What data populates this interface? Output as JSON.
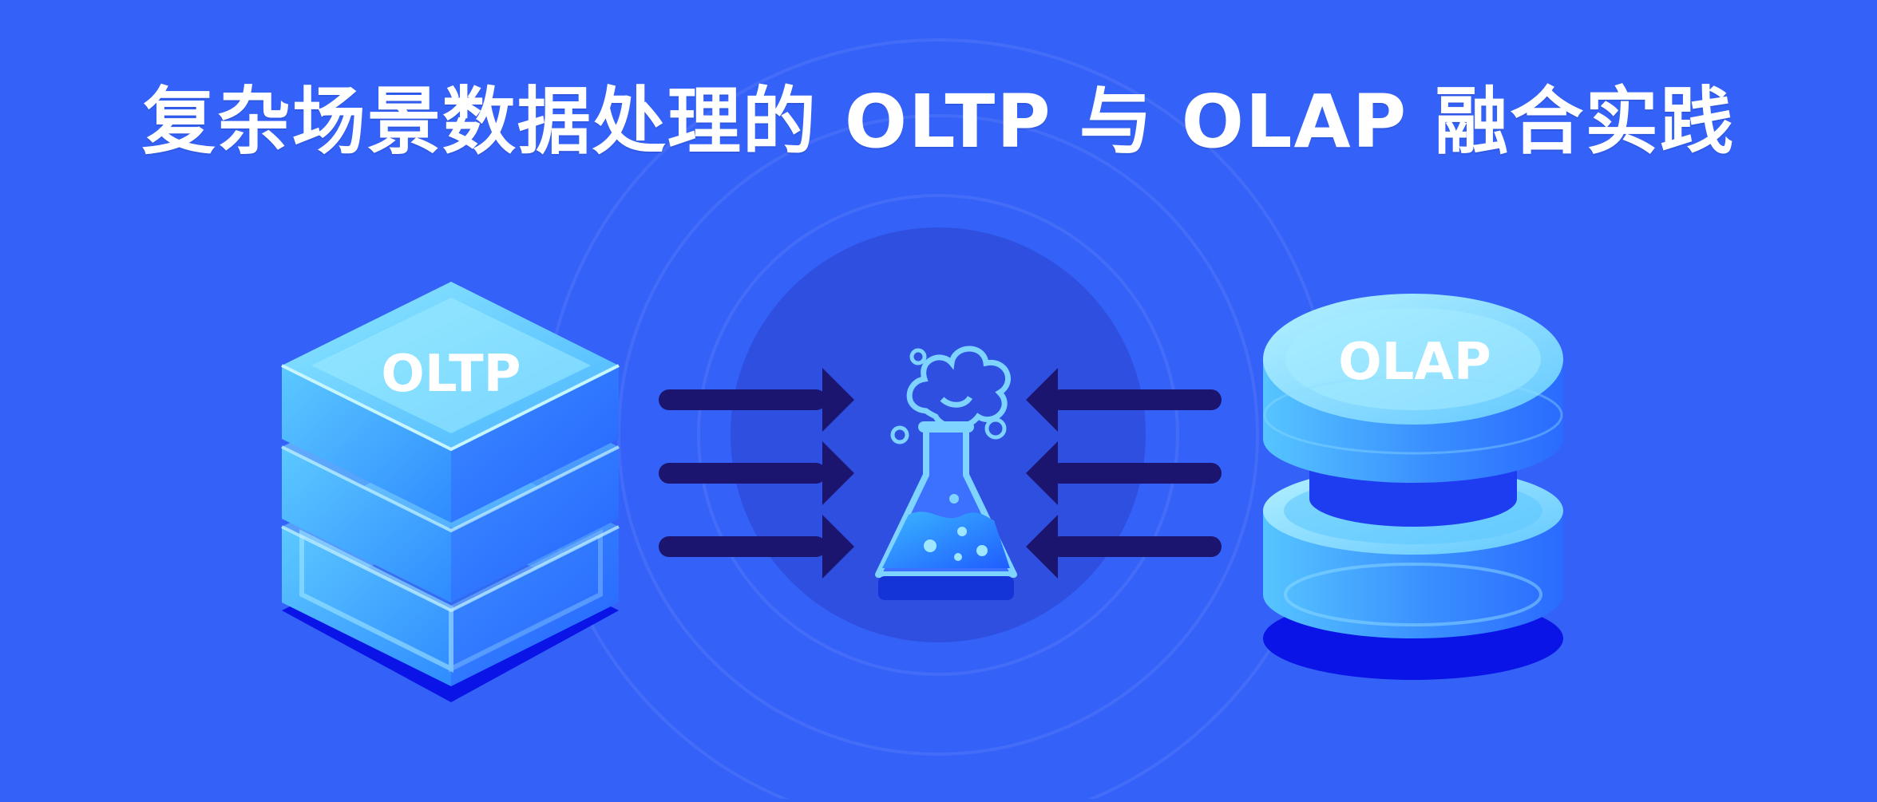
{
  "banner": {
    "title": "复杂场景数据处理的 OLTP 与 OLAP 融合实践"
  },
  "left_block": {
    "label": "OLTP",
    "icon": "stacked-cube-icon"
  },
  "right_block": {
    "label": "OLAP",
    "icon": "database-cylinder-icon"
  },
  "center_icon": "flask-icon",
  "arrows": {
    "left_count": 3,
    "right_count": 3
  },
  "colors": {
    "background": "#3461f7",
    "center_disc": "#2f4fe0",
    "arrow": "#1c1570",
    "block_light": "#7fe0ff",
    "block_mid": "#3fa3ff",
    "block_shadow": "#0a14e6"
  }
}
